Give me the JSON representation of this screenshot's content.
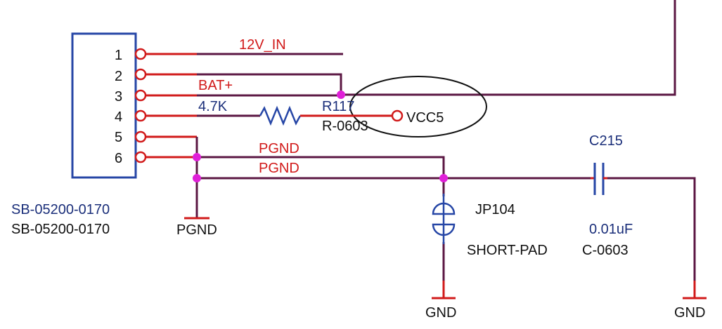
{
  "colors": {
    "wire": "#5b1743",
    "pin": "#d11a1a",
    "connector": "#2646a6",
    "junction": "#e020d8",
    "component": "#2646a6",
    "ground": "#d11a1a",
    "circle": "#111111"
  },
  "connector": {
    "pins": [
      "1",
      "2",
      "3",
      "4",
      "5",
      "6"
    ],
    "part_number_1": "SB-05200-0170",
    "part_number_2": "SB-05200-0170"
  },
  "nets": {
    "n12v": "12V_IN",
    "bat": "BAT+",
    "pgnd_a": "PGND",
    "pgnd_b": "PGND",
    "vcc5": "VCC5"
  },
  "resistor": {
    "value": "4.7K",
    "ref": "R117",
    "package": "R-0603"
  },
  "jumper": {
    "ref": "JP104",
    "type": "SHORT-PAD"
  },
  "capacitor": {
    "ref": "C215",
    "value": "0.01uF",
    "package": "C-0603"
  },
  "grounds": {
    "pgnd_symbol": "PGND",
    "gnd_1": "GND",
    "gnd_2": "GND"
  }
}
